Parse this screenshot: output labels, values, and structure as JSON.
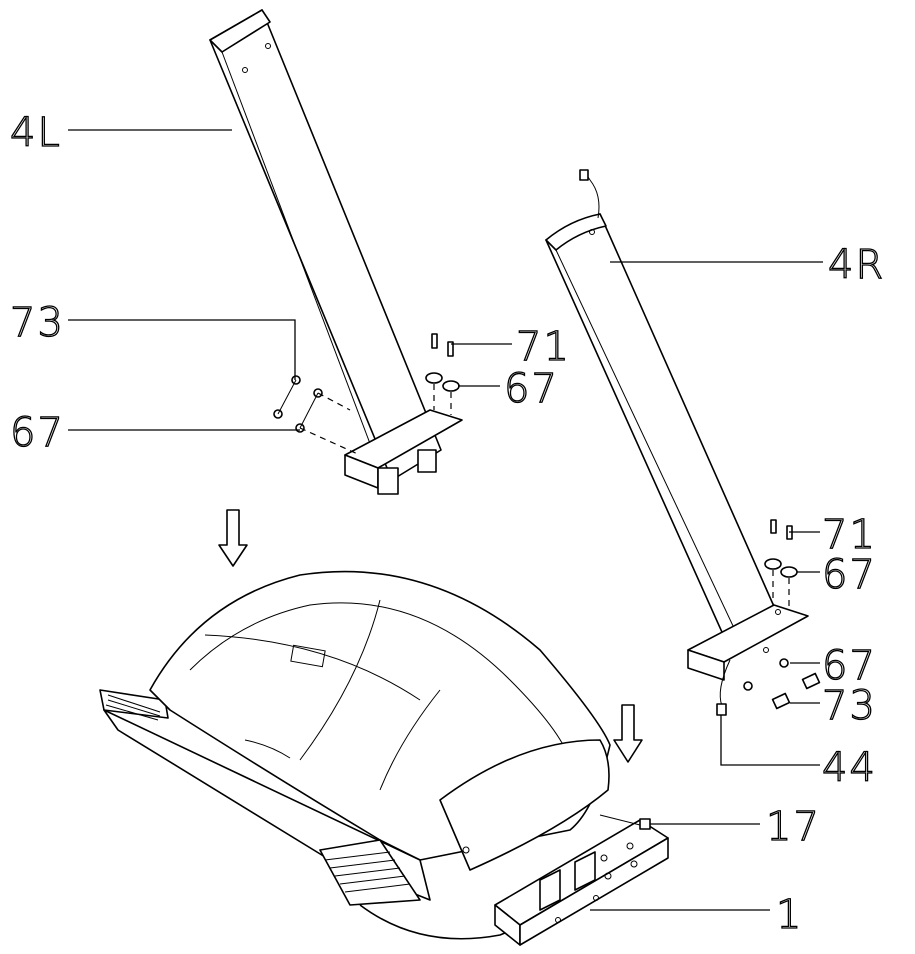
{
  "callouts": {
    "c4L": "4L",
    "c4R": "4R",
    "c73a": "73",
    "c71a": "71",
    "c67a": "67",
    "c67b": "67",
    "c71b": "71",
    "c67c": "67",
    "c67d": "67",
    "c73b": "73",
    "c44": "44",
    "c17": "17",
    "c1": "1"
  }
}
